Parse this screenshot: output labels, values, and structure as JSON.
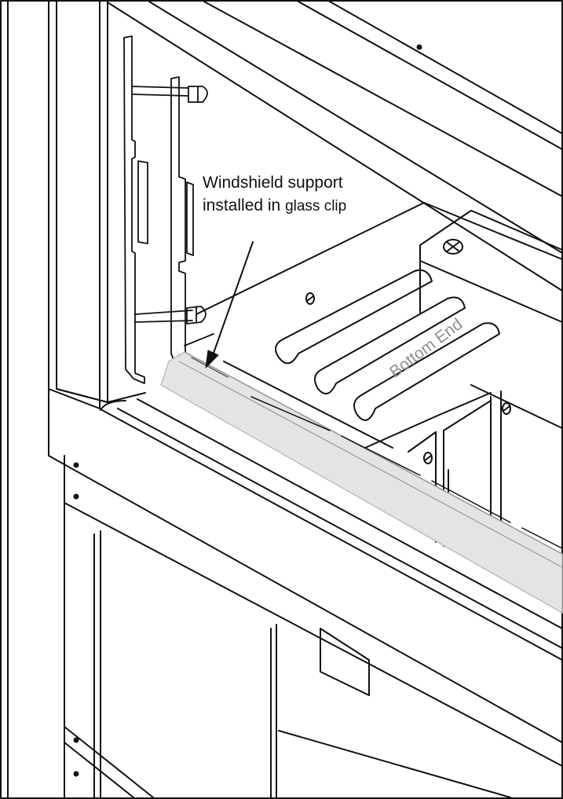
{
  "callout": {
    "line1": "Windshield support",
    "line2_prefix": "installed in ",
    "line2_suffix": "glass clip"
  },
  "labels": {
    "bottom_end": "Bottom End"
  },
  "colors": {
    "line": "#111111",
    "support_highlight": "#e4e4e4",
    "label_gray": "#8f8f8f"
  },
  "icons": [
    "screw-head-icon",
    "cross-screw-icon",
    "arrow-pointer-icon"
  ]
}
